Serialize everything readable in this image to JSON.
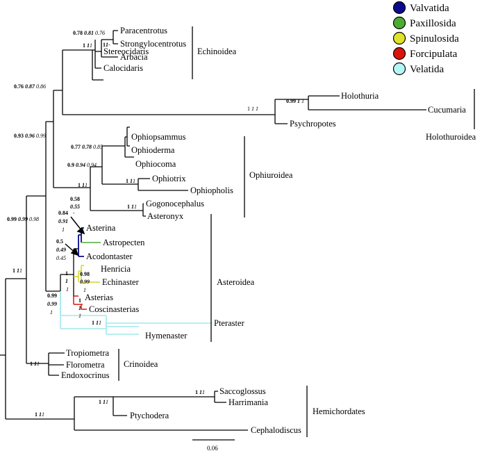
{
  "legend": [
    {
      "label": "Valvatida",
      "color": "#0a0a8c"
    },
    {
      "label": "Paxillosida",
      "color": "#4dab34"
    },
    {
      "label": "Spinulosida",
      "color": "#dfe22a"
    },
    {
      "label": "Forcipulata",
      "color": "#d9150b"
    },
    {
      "label": "Velatida",
      "color": "#b4f5f5"
    }
  ],
  "taxa": {
    "paracentrotus": "Paracentrotus",
    "strongylocentrotus": "Strongylocentrotus",
    "arbacia": "Arbacia",
    "stereocidaris": "Stereocidaris",
    "calocidaris": "Calocidaris",
    "holothuria": "Holothuria",
    "cucumaria": "Cucumaria",
    "psychropotes": "Psychropotes",
    "ophiopsammus": "Ophiopsammus",
    "ophioderma": "Ophioderma",
    "ophiocoma": "Ophiocoma",
    "ophiotrix": "Ophiotrix",
    "ophiopholis": "Ophiopholis",
    "gogonocephalus": "Gogonocephalus",
    "asteronyx": "Asteronyx",
    "asterina": "Asterina",
    "astropecten": "Astropecten",
    "acodontaster": "Acodontaster",
    "henricia": "Henricia",
    "echinaster": "Echinaster",
    "asterias": "Asterias",
    "coscinasterias": "Coscinasterias",
    "pteraster": "Pteraster",
    "hymenaster": "Hymenaster",
    "tropiometra": "Tropiometra",
    "florometra": "Florometra",
    "endoxocrinus": "Endoxocrinus",
    "saccoglossus": "Saccoglossus",
    "harrimania": "Harrimania",
    "ptychodera": "Ptychodera",
    "cephalodiscus": "Cephalodiscus"
  },
  "groups": {
    "echinoidea": "Echinoidea",
    "holothuroidea": "Holothuroidea",
    "ophiuroidea": "Ophiuroidea",
    "asteroidea": "Asteroidea",
    "crinoidea": "Crinoidea",
    "hemichordates": "Hemichordates"
  },
  "support": {
    "echino_a": [
      "0.78",
      "0.81",
      "0.76"
    ],
    "echino_b": [
      "1",
      "1",
      "-"
    ],
    "echino_c": [
      "1",
      "1",
      "1"
    ],
    "echinoderm_echinozoa": [
      "0.76",
      "0.87",
      "0.86"
    ],
    "echinozoa": [
      "1",
      "1",
      "1"
    ],
    "holo_a": [
      "0.99",
      "1",
      "1"
    ],
    "eleutherozoa": [
      "0.93",
      "0.96",
      "0.99"
    ],
    "ophio_a": [
      "0.77",
      "0.78",
      "0.85"
    ],
    "ophio_b": [
      "0.9",
      "0.94",
      "0.94"
    ],
    "ophio_c": [
      "1",
      "1",
      "1"
    ],
    "ophio_d": [
      "1",
      "1",
      "1"
    ],
    "ophiuroidea": [
      "1",
      "1",
      "1"
    ],
    "echinodermata": [
      "0.99",
      "0.99",
      "0.98"
    ],
    "asterina_astropecten": [
      "0.84",
      "0.91",
      "1"
    ],
    "valvatida_a": [
      "0.58",
      "0.55",
      "-"
    ],
    "acodontaster_node": [
      "0.5",
      "0.49",
      "0.45"
    ],
    "henricia_echinaster": [
      "0.98",
      "0.99",
      "1"
    ],
    "spinulosida_forcipulata": [
      "1",
      "1",
      "1"
    ],
    "asterias_coscinasterias": [
      "1",
      "1",
      "1"
    ],
    "asteroidea_core": [
      "0.99",
      "0.99",
      "1"
    ],
    "pteraster_hymenaster": [
      "1",
      "1",
      "1"
    ],
    "ambulacraria": [
      "1",
      "1",
      "1"
    ],
    "crinoidea": [
      "1",
      "1",
      "1"
    ],
    "hemi_a": [
      "1",
      "1",
      "1"
    ],
    "hemi_b": [
      "1",
      "1",
      "1"
    ],
    "hemi_root": [
      "1",
      "1",
      "1"
    ]
  },
  "scale": {
    "label": "0.06"
  }
}
